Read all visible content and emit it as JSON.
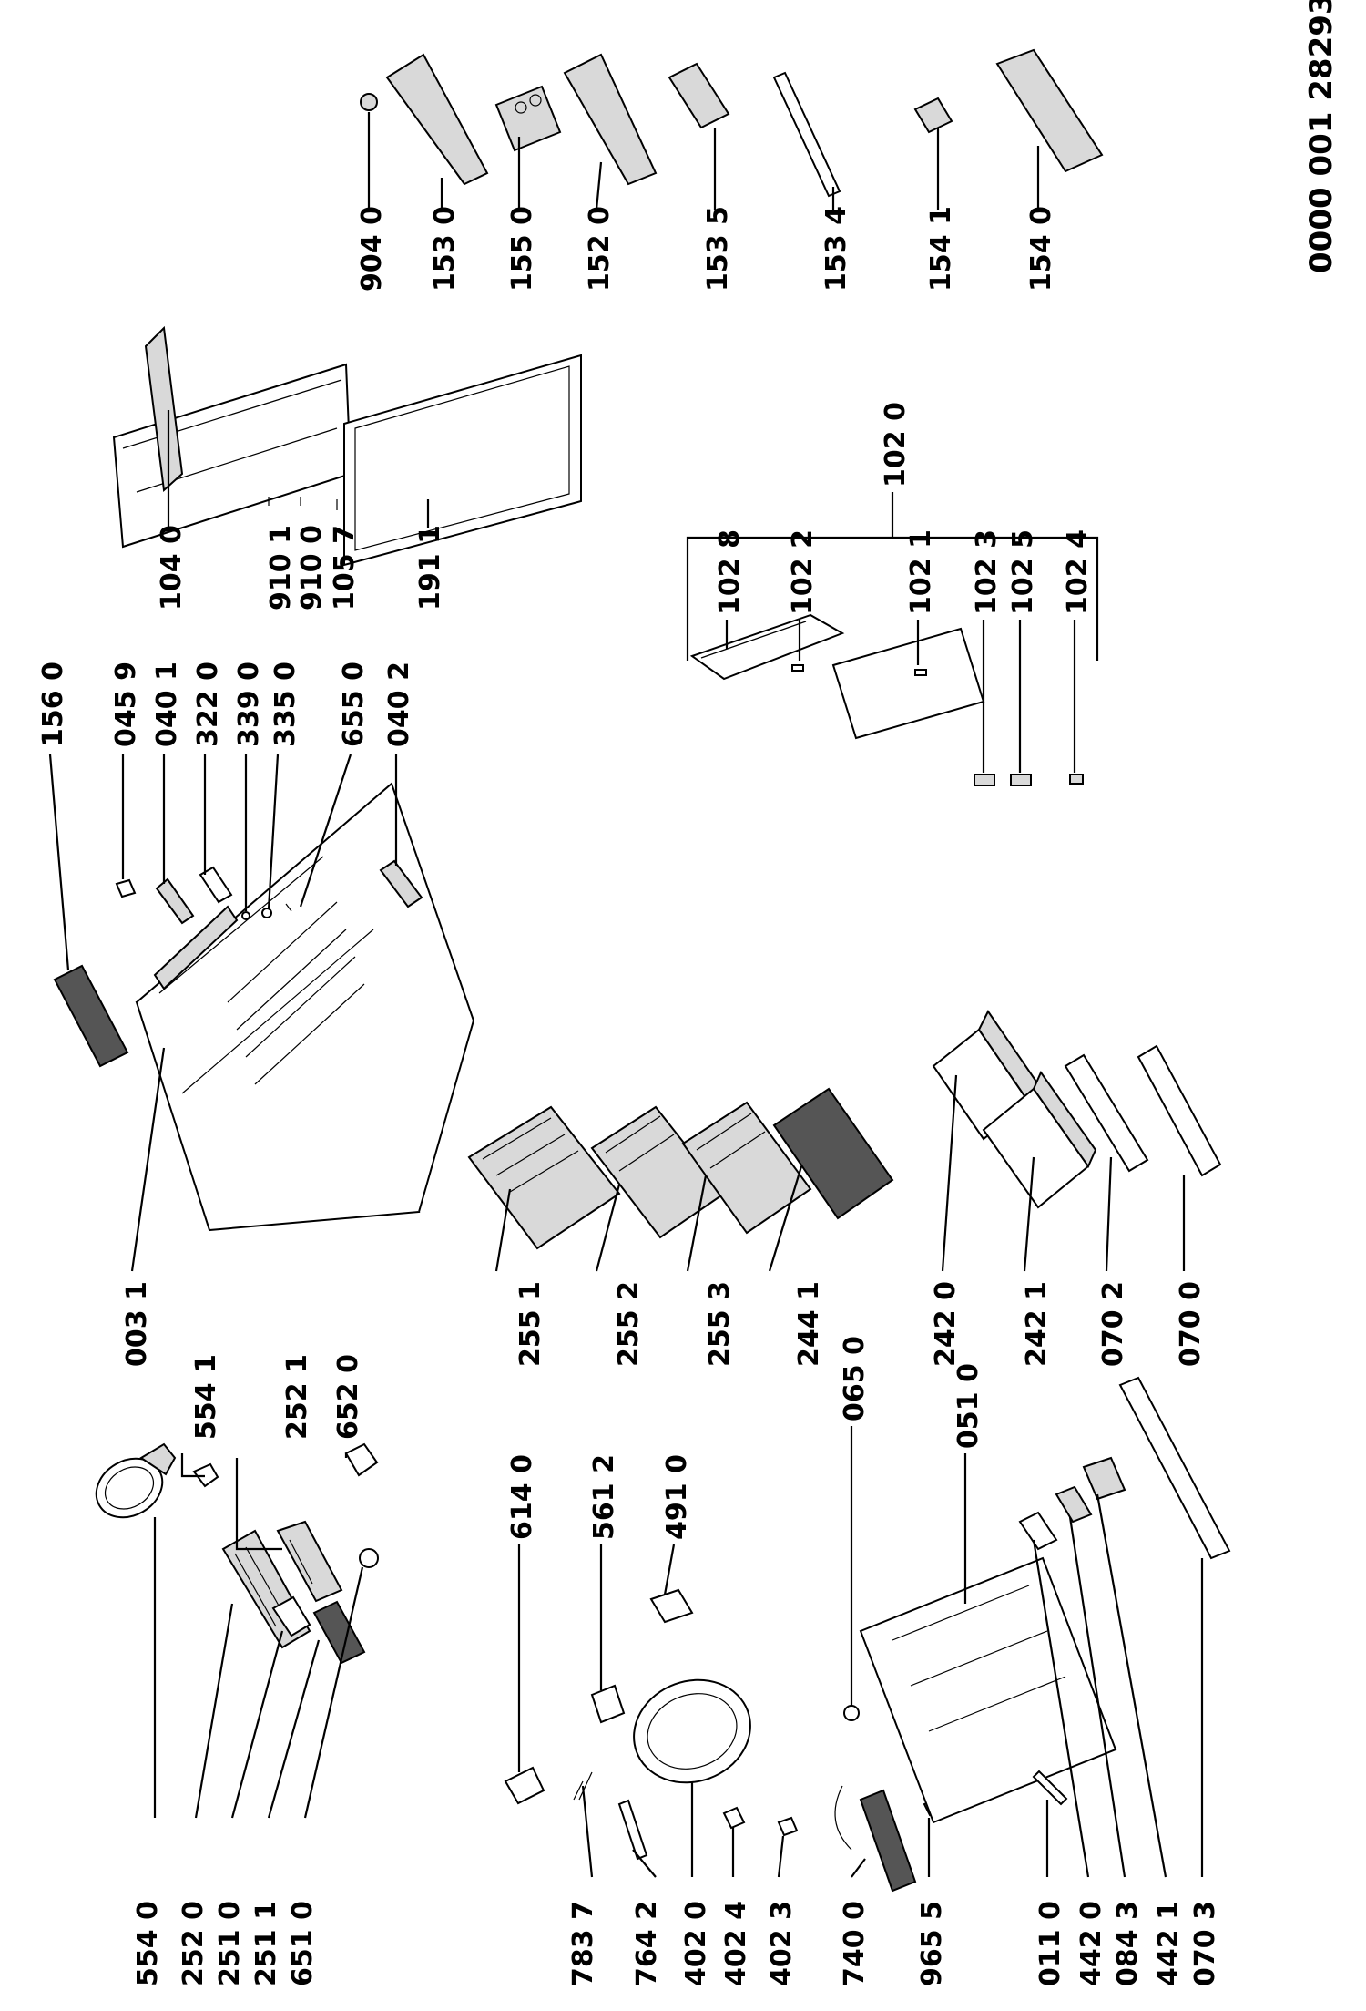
{
  "document_number": "0000 001 28293",
  "labels": [
    {
      "id": "554-0",
      "text": "554 0"
    },
    {
      "id": "252-0",
      "text": "252 0"
    },
    {
      "id": "251-0",
      "text": "251 0"
    },
    {
      "id": "251-1",
      "text": "251 1"
    },
    {
      "id": "651-0",
      "text": "651 0"
    },
    {
      "id": "554-1",
      "text": "554 1"
    },
    {
      "id": "252-1",
      "text": "252 1"
    },
    {
      "id": "652-0",
      "text": "652 0"
    },
    {
      "id": "003-1",
      "text": "003 1"
    },
    {
      "id": "255-1",
      "text": "255 1"
    },
    {
      "id": "255-2",
      "text": "255 2"
    },
    {
      "id": "255-3",
      "text": "255 3"
    },
    {
      "id": "244-1",
      "text": "244 1"
    },
    {
      "id": "242-0",
      "text": "242 0"
    },
    {
      "id": "242-1",
      "text": "242 1"
    },
    {
      "id": "070-2",
      "text": "070 2"
    },
    {
      "id": "070-0",
      "text": "070 0"
    },
    {
      "id": "156-0",
      "text": "156 0"
    },
    {
      "id": "045-9",
      "text": "045 9"
    },
    {
      "id": "040-1",
      "text": "040 1"
    },
    {
      "id": "322-0",
      "text": "322 0"
    },
    {
      "id": "339-0",
      "text": "339 0"
    },
    {
      "id": "335-0",
      "text": "335 0"
    },
    {
      "id": "655-0",
      "text": "655 0"
    },
    {
      "id": "040-2",
      "text": "040 2"
    },
    {
      "id": "104-0",
      "text": "104 0"
    },
    {
      "id": "910-1",
      "text": "910 1"
    },
    {
      "id": "910-0",
      "text": "910 0"
    },
    {
      "id": "105-7",
      "text": "105 7"
    },
    {
      "id": "191-1",
      "text": "191 1"
    },
    {
      "id": "904-0",
      "text": "904 0"
    },
    {
      "id": "153-0",
      "text": "153 0"
    },
    {
      "id": "155-0",
      "text": "155 0"
    },
    {
      "id": "152-0",
      "text": "152 0"
    },
    {
      "id": "153-5",
      "text": "153 5"
    },
    {
      "id": "153-4",
      "text": "153 4"
    },
    {
      "id": "154-1",
      "text": "154 1"
    },
    {
      "id": "154-0",
      "text": "154 0"
    },
    {
      "id": "102-0",
      "text": "102 0"
    },
    {
      "id": "102-8",
      "text": "102 8"
    },
    {
      "id": "102-2",
      "text": "102 2"
    },
    {
      "id": "102-1",
      "text": "102 1"
    },
    {
      "id": "102-3",
      "text": "102 3"
    },
    {
      "id": "102-5",
      "text": "102 5"
    },
    {
      "id": "102-4",
      "text": "102 4"
    },
    {
      "id": "614-0",
      "text": "614 0"
    },
    {
      "id": "561-2",
      "text": "561 2"
    },
    {
      "id": "491-0",
      "text": "491 0"
    },
    {
      "id": "065-0",
      "text": "065 0"
    },
    {
      "id": "051-0",
      "text": "051 0"
    },
    {
      "id": "783-7",
      "text": "783 7"
    },
    {
      "id": "764-2",
      "text": "764 2"
    },
    {
      "id": "402-0",
      "text": "402 0"
    },
    {
      "id": "402-4",
      "text": "402 4"
    },
    {
      "id": "402-3",
      "text": "402 3"
    },
    {
      "id": "740-0",
      "text": "740 0"
    },
    {
      "id": "965-5",
      "text": "965 5"
    },
    {
      "id": "011-0",
      "text": "011 0"
    },
    {
      "id": "442-0",
      "text": "442 0"
    },
    {
      "id": "084-3",
      "text": "084 3"
    },
    {
      "id": "442-1",
      "text": "442 1"
    },
    {
      "id": "070-3",
      "text": "070 3"
    }
  ]
}
